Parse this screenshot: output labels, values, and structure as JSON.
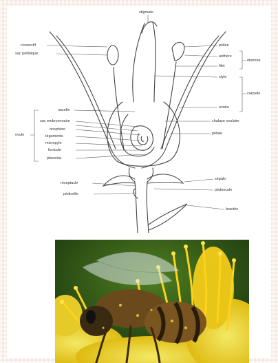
{
  "labels": {
    "stigmate": "stigmate",
    "connectif": "connectif",
    "sac_pollinique": "sac pollinique",
    "pollen": "pollen",
    "anthere": "anthère",
    "filet": "filet",
    "etamine": "étamine",
    "style": "style",
    "carpelle": "carpelle",
    "ovaire": "ovaire",
    "nucelle": "nucelle",
    "sac_embryonnaire": "sac embryonnaire",
    "ovule": "ovule",
    "oosphere": "oosphère",
    "tegument": "téguments",
    "micropyle": "micropyle",
    "funicule": "funicule",
    "placenta": "placenta",
    "chalaze_ovaire": "chalaze ovulaire",
    "petale": "pétale",
    "sepale": "sépale",
    "receptacle": "réceptacle",
    "pedoncule": "pédoncule",
    "pedicelle": "pédicelle",
    "bractee": "bractée"
  }
}
